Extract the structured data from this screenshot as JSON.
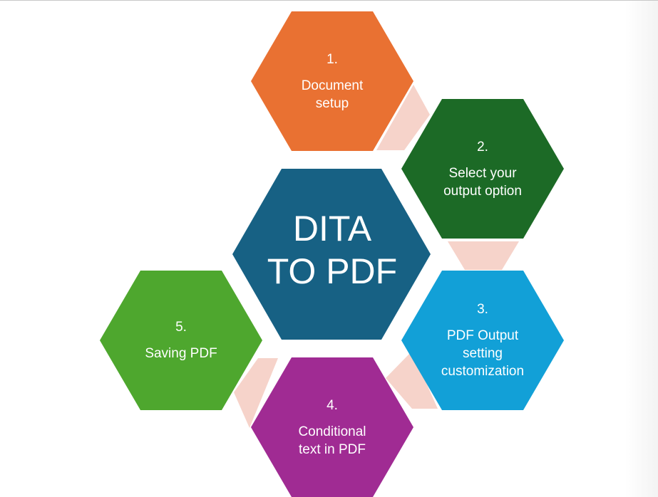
{
  "center": {
    "title": "DITA\nTO PDF",
    "color": "#176184"
  },
  "steps": [
    {
      "number": "1.",
      "label": "Document\nsetup",
      "color": "#E97132"
    },
    {
      "number": "2.",
      "label": "Select your\noutput option",
      "color": "#1C6A26"
    },
    {
      "number": "3.",
      "label": "PDF Output\nsetting\ncustomization",
      "color": "#12A0D7"
    },
    {
      "number": "4.",
      "label": "Conditional\ntext in PDF",
      "color": "#A02B93"
    },
    {
      "number": "5.",
      "label": "Saving PDF",
      "color": "#4EA72E"
    }
  ],
  "connector_color": "#F6D3CA"
}
